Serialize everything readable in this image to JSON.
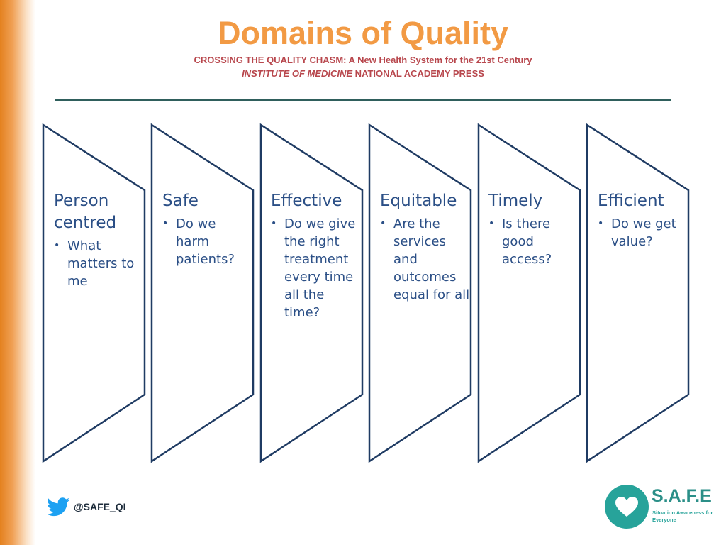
{
  "header": {
    "title": "Domains of Quality",
    "subtitle_line1": "CROSSING THE QUALITY CHASM: A New Health System for the 21st Century",
    "subtitle_line2_italic": "INSTITUTE OF MEDICINE",
    "subtitle_line2_rest": " NATIONAL ACADEMY PRESS"
  },
  "domains": [
    {
      "title": "Person centred",
      "bullet": "What matters to me"
    },
    {
      "title": "Safe",
      "bullet": "Do we harm patients?"
    },
    {
      "title": "Effective",
      "bullet": "Do we give the right treatment every time  all the time?"
    },
    {
      "title": "Equitable",
      "bullet": "Are the services and outcomes equal for all"
    },
    {
      "title": "Timely",
      "bullet": "Is there good access?"
    },
    {
      "title": "Efficient",
      "bullet": "Do we get value?"
    }
  ],
  "footer": {
    "twitter_icon": "twitter-bird-icon",
    "handle": "@SAFE_QI"
  },
  "logo": {
    "name": "S.A.F.E",
    "tagline": "Situation Awareness for Everyone"
  },
  "colors": {
    "title": "#f29a44",
    "subtitle": "#b8474d",
    "chevron_stroke": "#1f3b63",
    "panel_text": "#2b4f86",
    "rule": "#2f5f5c",
    "logo": "#27a39a"
  }
}
